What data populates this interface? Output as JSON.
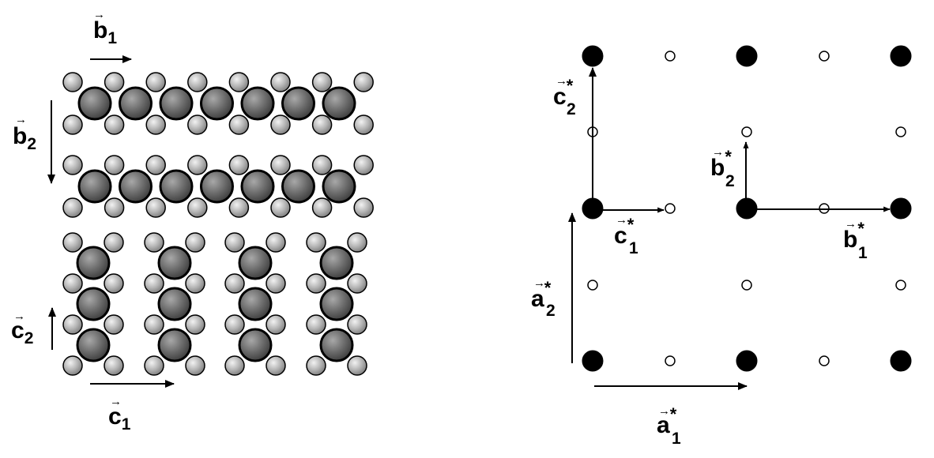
{
  "colors": {
    "background": "#ffffff",
    "ink": "#000000",
    "small_atom": "#b4b4b4",
    "large_atom": "#6a6a6a",
    "lattice_point_filled": "#000000",
    "lattice_point_open": "#ffffff"
  },
  "left_panel": {
    "labels": {
      "b1": {
        "letter": "b",
        "sub": "1"
      },
      "b2": {
        "letter": "b",
        "sub": "2"
      },
      "c2": {
        "letter": "c",
        "sub": "2"
      },
      "c1": {
        "letter": "c",
        "sub": "1"
      }
    },
    "upper_chains": {
      "count": 2,
      "large_atoms_per_chain": 7
    },
    "lower_columns": {
      "count": 4,
      "large_atoms_per_column": 3
    }
  },
  "right_panel": {
    "labels": {
      "c2s": {
        "letter": "c",
        "sub": "2",
        "star": "*"
      },
      "c1s": {
        "letter": "c",
        "sub": "1",
        "star": "*"
      },
      "b2s": {
        "letter": "b",
        "sub": "2",
        "star": "*"
      },
      "b1s": {
        "letter": "b",
        "sub": "1",
        "star": "*"
      },
      "a2s": {
        "letter": "a",
        "sub": "2",
        "star": "*"
      },
      "a1s": {
        "letter": "a",
        "sub": "1",
        "star": "*"
      }
    },
    "lattice": {
      "filled_rows": 3,
      "filled_cols": 3
    }
  }
}
